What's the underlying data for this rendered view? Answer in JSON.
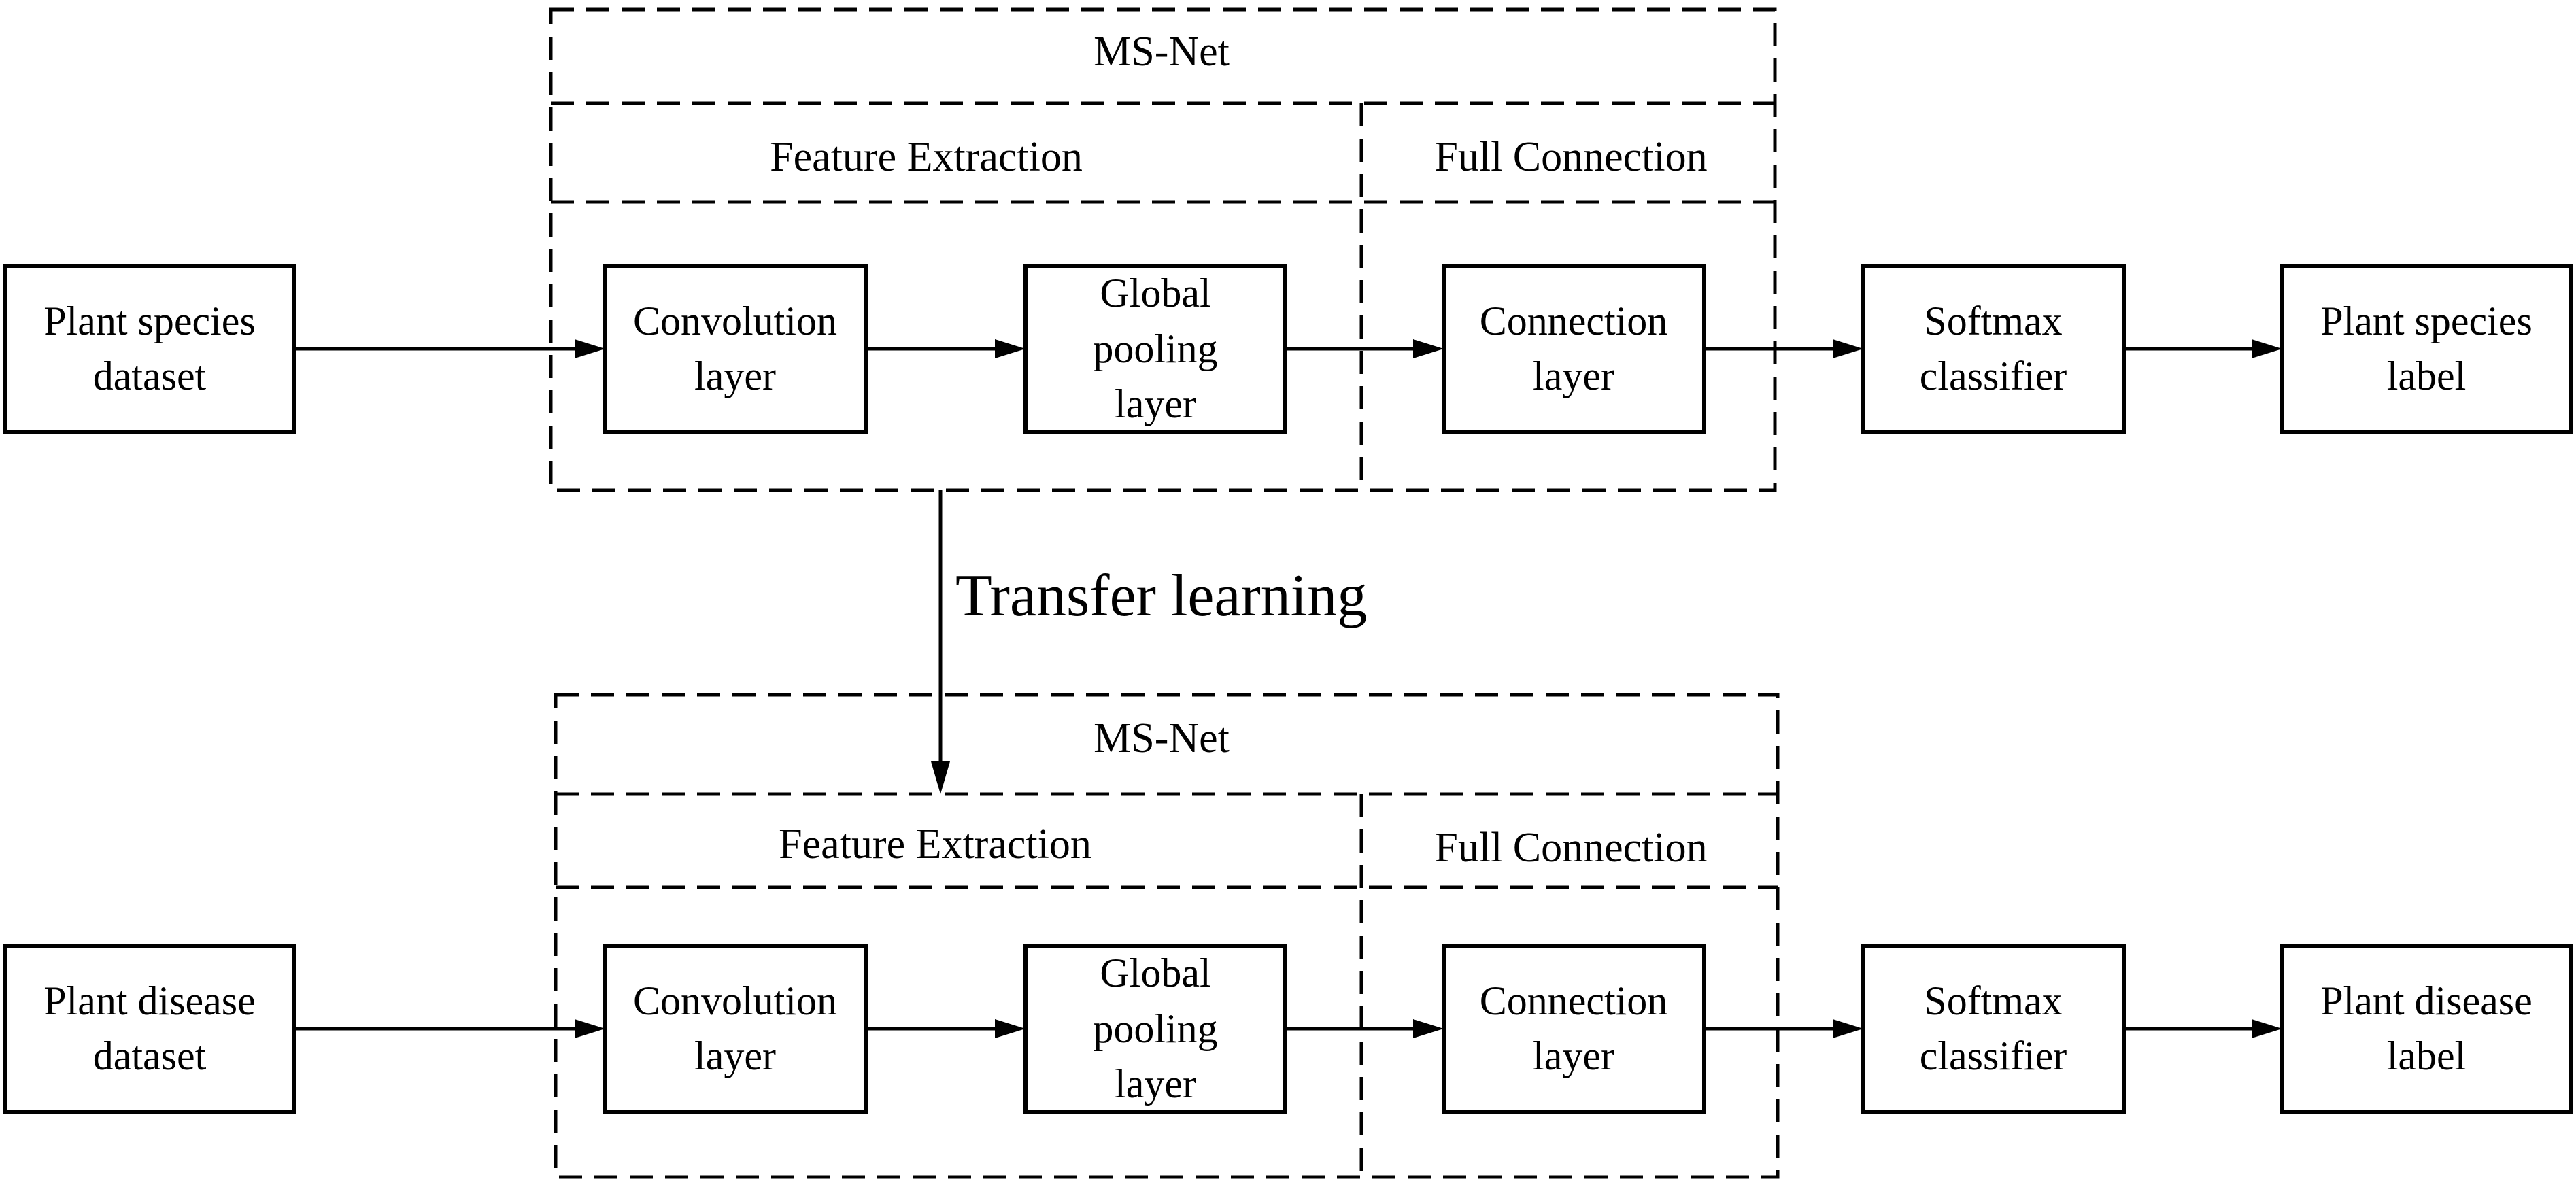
{
  "colors": {
    "stroke": "#000000",
    "background": "#ffffff"
  },
  "transfer_label": "Transfer learning",
  "top": {
    "network_title": "MS-Net",
    "feature_title": "Feature Extraction",
    "full_title": "Full Connection",
    "input": [
      "Plant species",
      "dataset"
    ],
    "conv": [
      "Convolution",
      "layer"
    ],
    "pool": [
      "Global",
      "pooling",
      "layer"
    ],
    "connection": [
      "Connection",
      "layer"
    ],
    "softmax": [
      "Softmax",
      "classifier"
    ],
    "output": [
      "Plant species",
      "label"
    ]
  },
  "bottom": {
    "network_title": "MS-Net",
    "feature_title": "Feature Extraction",
    "full_title": "Full Connection",
    "input": [
      "Plant disease",
      "dataset"
    ],
    "conv": [
      "Convolution",
      "layer"
    ],
    "pool": [
      "Global",
      "pooling",
      "layer"
    ],
    "connection": [
      "Connection",
      "layer"
    ],
    "softmax": [
      "Softmax",
      "classifier"
    ],
    "output": [
      "Plant disease",
      "label"
    ]
  }
}
